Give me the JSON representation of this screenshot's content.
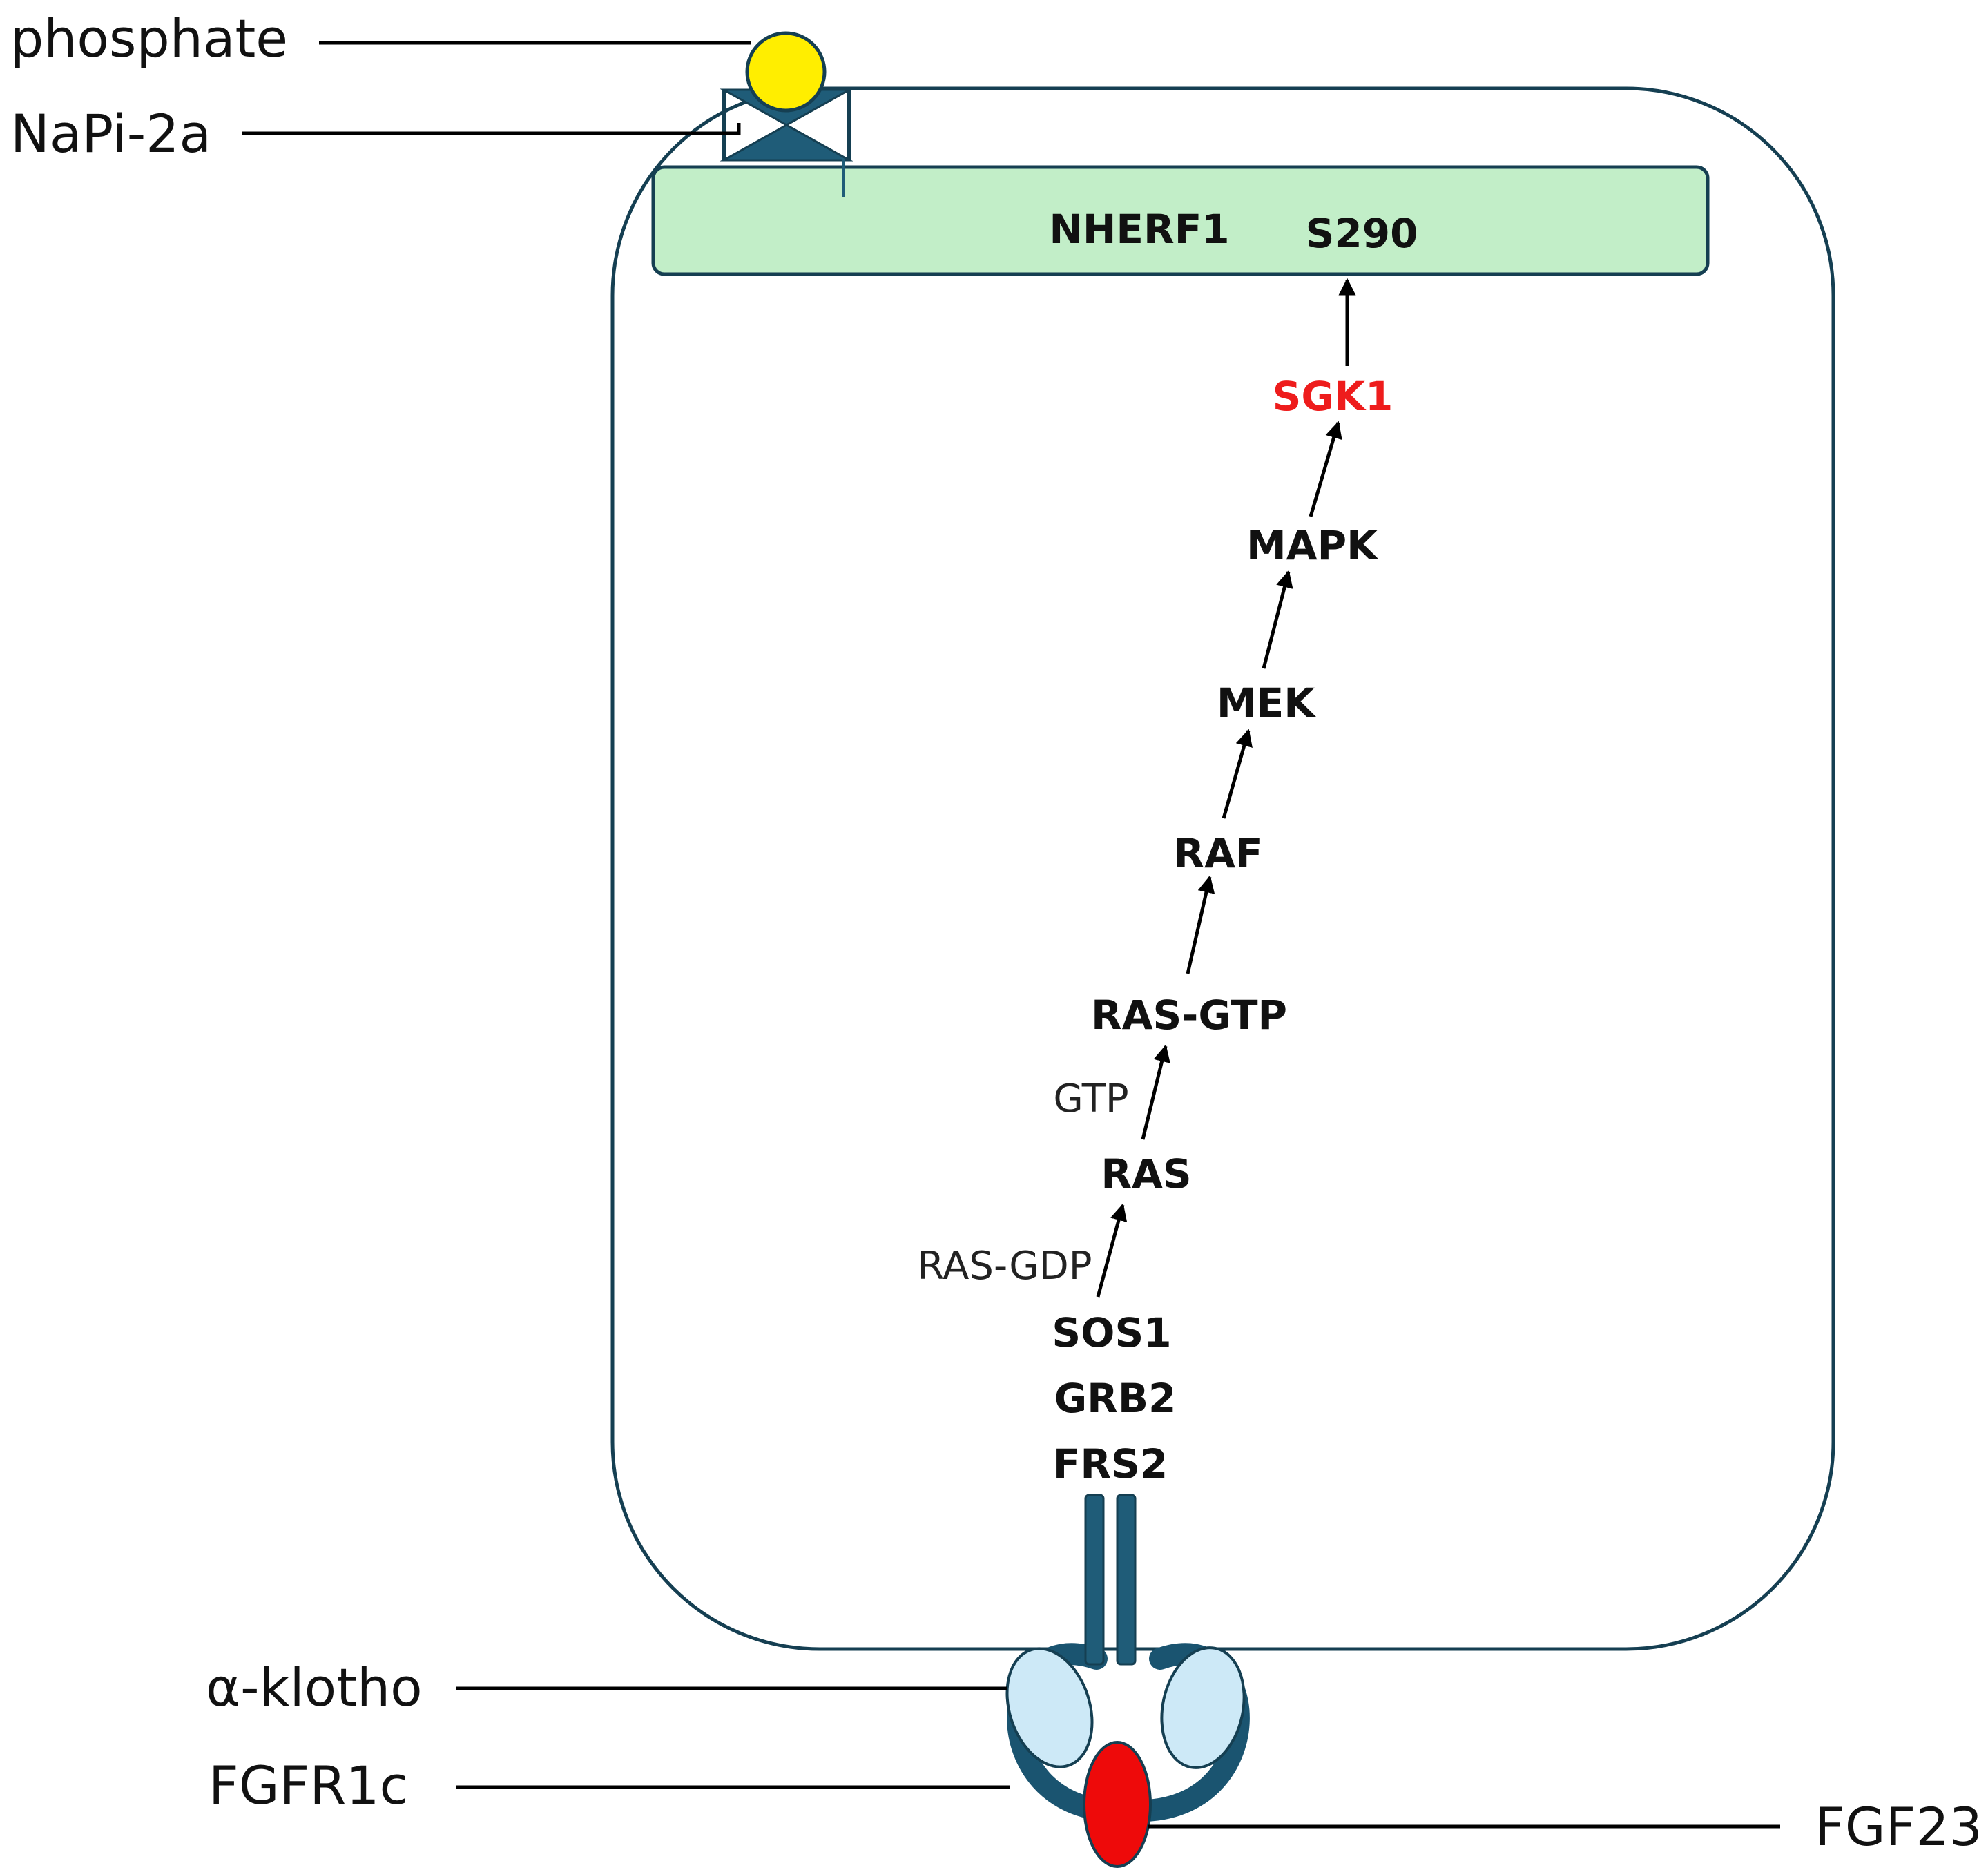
{
  "labels": {
    "phosphate": "phosphate",
    "napi": "NaPi-2a",
    "klotho": "α-klotho",
    "fgfr": "FGFR1c",
    "fgf23": "FGF23",
    "nherf1": "NHERF1",
    "s290": "S290",
    "sgk1": "SGK1",
    "mapk": "MAPK",
    "mek": "MEK",
    "raf": "RAF",
    "rasgtp": "RAS-GTP",
    "gtp": "GTP",
    "ras": "RAS",
    "rasgdp": "RAS-GDP",
    "sos1": "SOS1",
    "grb2": "GRB2",
    "frs2": "FRS2"
  },
  "colors": {
    "membrane": "#153f52",
    "nherf_fill": "#c2eec8",
    "phosphate": "#ffee00",
    "napi": "#1f5c78",
    "klotho": "#cde9f7",
    "fgf23": "#ee0a0a",
    "sgk1_text": "#ee1c1c"
  }
}
